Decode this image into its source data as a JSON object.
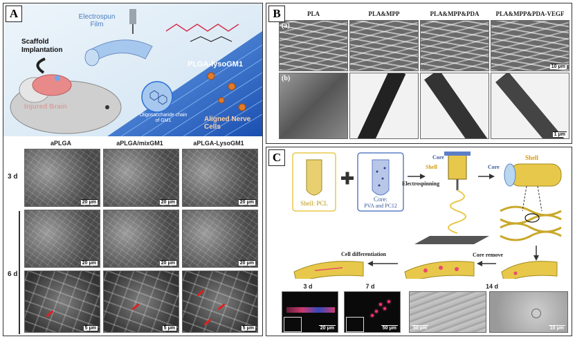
{
  "panel_a": {
    "label": "A",
    "illustration": {
      "film_label": "Electrospun Film",
      "scaffold_label": "Scaffold Implantation",
      "injured_label": "Injured Brain",
      "polymer_label": "PLGA-lysoGM1",
      "oligo_label": "Oligosaccharide chain of GM1",
      "aligned_label": "Aligned Nerve Cells",
      "colors": {
        "sky": "#cfe3f2",
        "fiber": "#2a6fd6",
        "accent": "#d62d4b",
        "brain": "#e88a8a"
      }
    },
    "columns": [
      "aPLGA",
      "aPLGA/mixGM1",
      "aPLGA-LysoGM1"
    ],
    "rows": [
      {
        "label": "3 d",
        "scales": [
          "20 μm",
          "20 μm",
          "20 μm"
        ]
      },
      {
        "label": "6 d",
        "scales": [
          "20 μm",
          "20 μm",
          "20 μm"
        ]
      },
      {
        "label": "",
        "scales": [
          "5 μm",
          "5 μm",
          "5 μm"
        ]
      }
    ]
  },
  "panel_b": {
    "label": "B",
    "columns": [
      "PLA",
      "PLA&MPP",
      "PLA&MPP&PDA",
      "PLA&MPP&PDA-VEGF"
    ],
    "row_a_label": "(a)",
    "row_b_label": "(b)",
    "scale_a": "10 μm",
    "scale_b": "1 μm"
  },
  "panel_c": {
    "label": "C",
    "shell_tube": "Shell: PCL",
    "core_tube_title": "Core:",
    "core_tube_body": "PVA and PC12",
    "process_label": "Electrospinning",
    "core_arrow_label": "Core",
    "shell_arrow_label": "Shell",
    "fiber_core": "Core",
    "fiber_shell": "Shell",
    "core_remove": "Core remove",
    "cell_diff": "Cell differentiation",
    "days": [
      "3 d",
      "7 d",
      "14 d"
    ],
    "scales": [
      "20 μm",
      "50 μm",
      "50 μm",
      "10 μm"
    ],
    "colors": {
      "shell": "#e8c84a",
      "core": "#5b7fc7",
      "cell": "#e84a70"
    }
  }
}
